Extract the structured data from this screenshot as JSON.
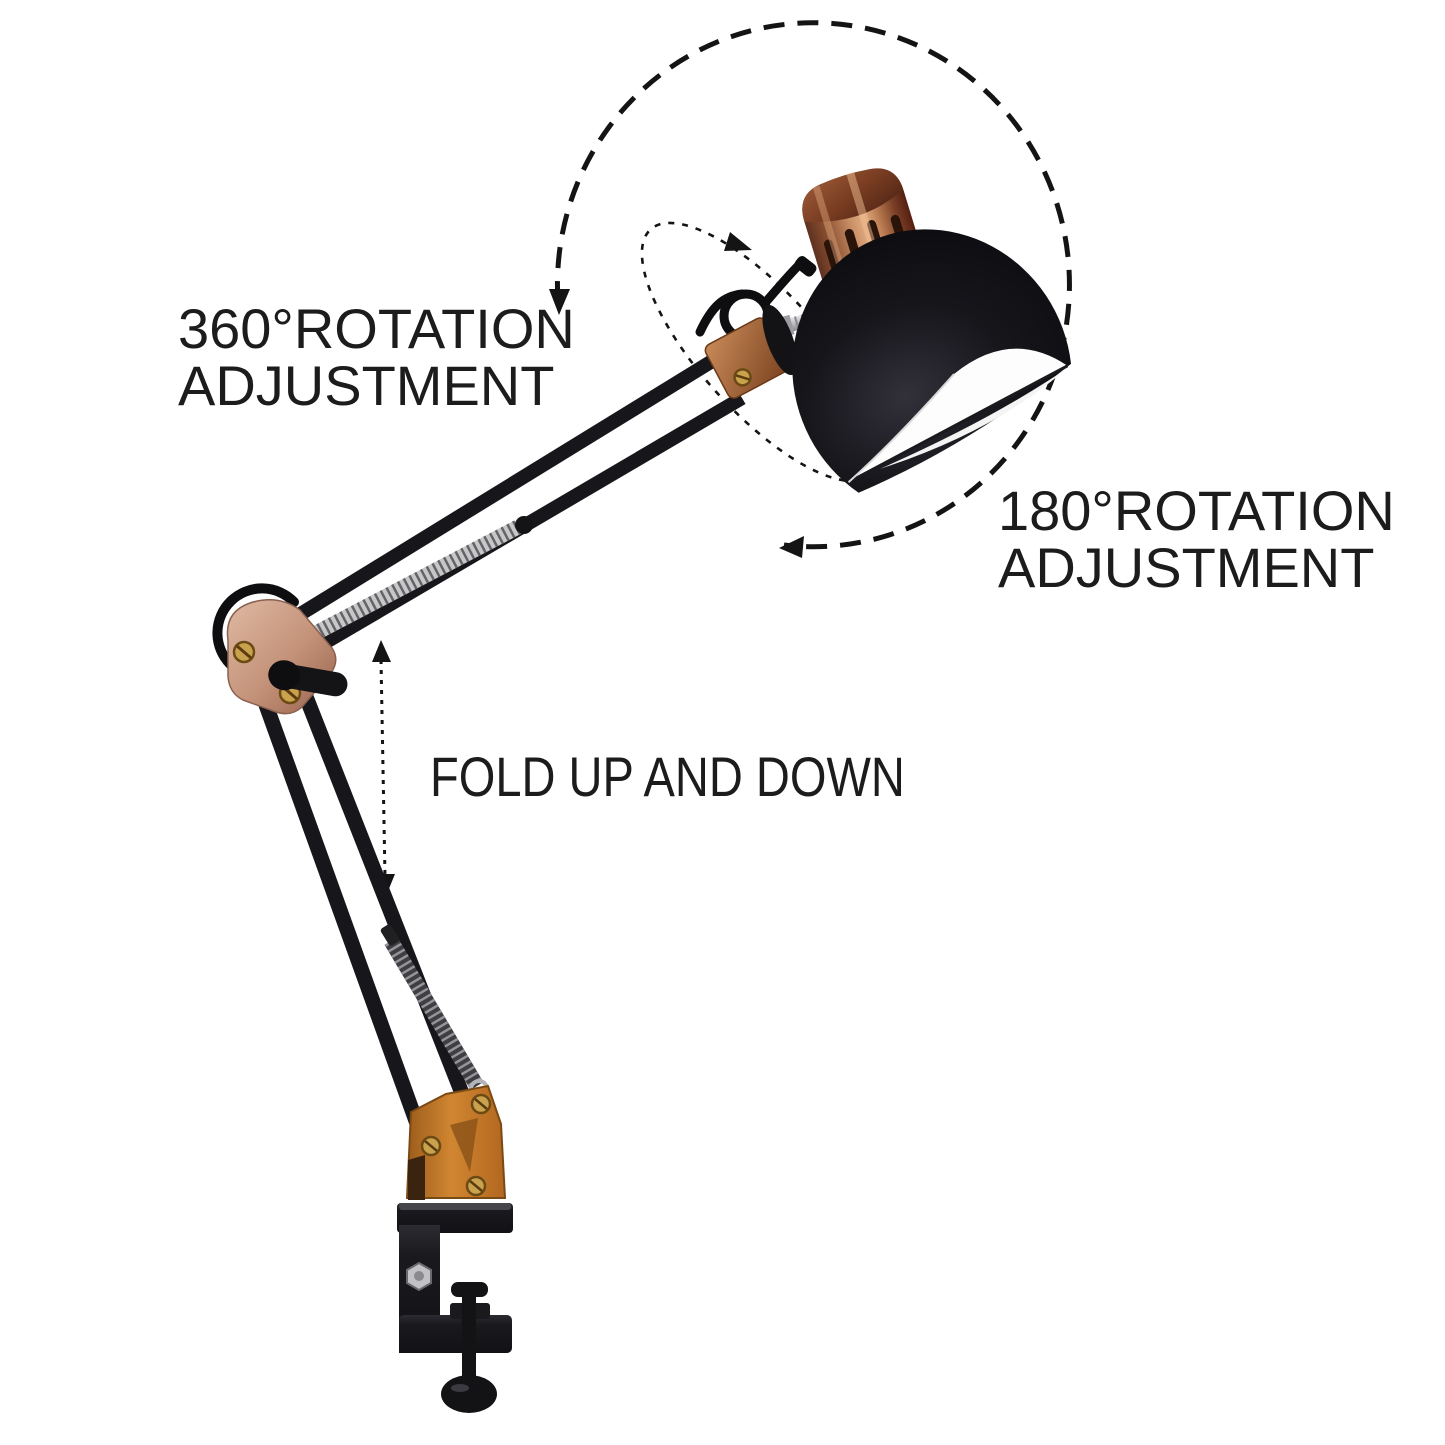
{
  "annotations": {
    "rotation_360": {
      "line1": "360°ROTATION",
      "line2": "ADJUSTMENT"
    },
    "rotation_180": {
      "line1": "180°ROTATION",
      "line2": "ADJUSTMENT"
    },
    "fold": {
      "label": "FOLD UP AND DOWN"
    }
  },
  "colors": {
    "background": "#ffffff",
    "annotation_text": "#1c1c1c",
    "annotation_line": "#141414",
    "lamp_black": "#17161a",
    "shade_black": "#121116",
    "shade_inner_white": "#fdfdfd",
    "cap_copper": "#c98f66",
    "elbow_rose_copper": "#c9a18e",
    "clamp_bracket_copper": "#c9802e",
    "spring_silver": "#c7c7c7",
    "spring_dark": "#3f3f42",
    "metal_chrome": "#cfcfcf"
  }
}
